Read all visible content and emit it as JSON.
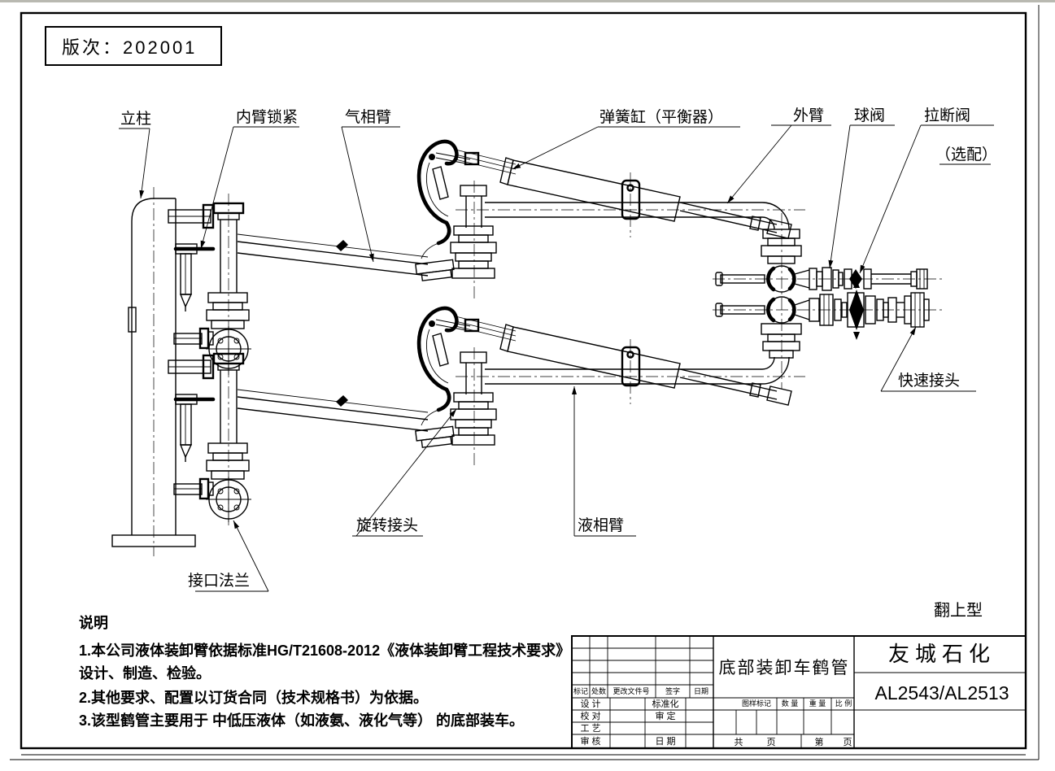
{
  "version_box": {
    "label": "版次：202001"
  },
  "drawing": {
    "callouts": {
      "column": "立柱",
      "inner_arm_lock": "内臂锁紧",
      "vapor_arm": "气相臂",
      "spring_cylinder": "弹簧缸（平衡器）",
      "outer_arm": "外臂",
      "ball_valve": "球阀",
      "breakaway_valve": "拉断阀",
      "breakaway_optional": "（选配）",
      "quick_coupler": "快速接头",
      "swivel_joint": "旋转接头",
      "liquid_arm": "液相臂",
      "inlet_flange": "接口法兰"
    },
    "type_label": "翻上型"
  },
  "notes": {
    "heading": "说明",
    "line1": "1.本公司液体装卸臂依据标准HG/T21608-2012《液体装卸臂工程技术要求》",
    "line2": "设计、制造、检验。",
    "line3": "2.其他要求、配置以订货合同（技术规格书）为依据。",
    "line4": "3.该型鹤管主要用于 中低压液体（如液氨、液化气等） 的底部装车。"
  },
  "title_block": {
    "product_name": "底部装卸车鹤管",
    "company": "友城石化",
    "model": "AL2543/AL2513",
    "rev_headers": [
      "标记",
      "处数",
      "更改文件号",
      "签字",
      "日期"
    ],
    "roles": {
      "design": "设 计",
      "check": "校 对",
      "craft": "工 艺",
      "audit": "审 核",
      "standardization": "标准化",
      "approval": "审 定",
      "date": "日 期"
    },
    "spec": {
      "mark": "图样标记",
      "qty": "数 量",
      "weight": "重 量",
      "scale": "比 例"
    },
    "pages": {
      "total": "共",
      "page1": "页",
      "sheet": "第",
      "page2": "页"
    }
  }
}
